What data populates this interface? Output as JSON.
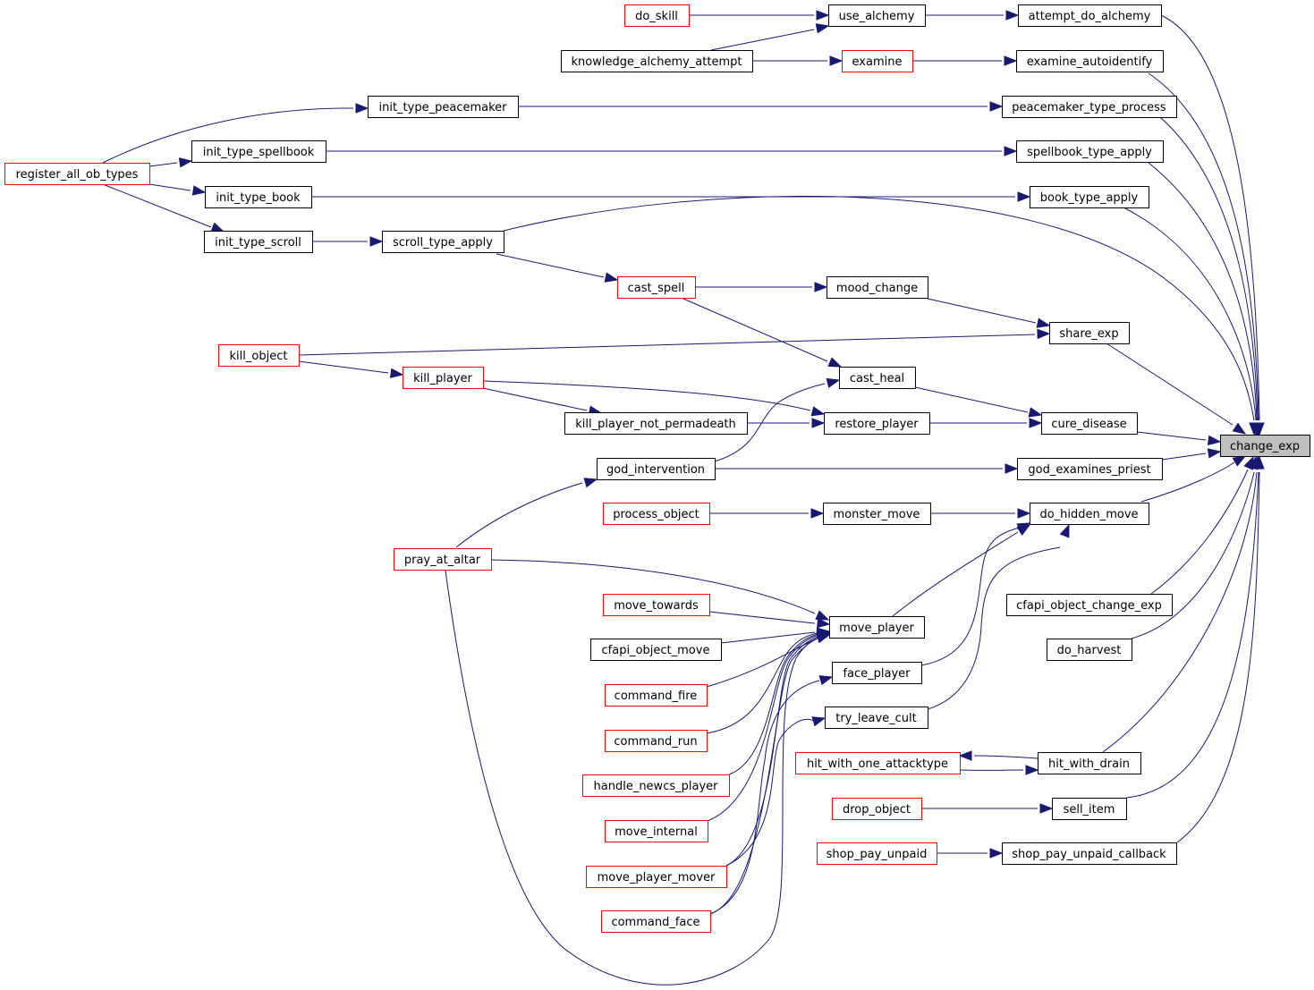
{
  "colors": {
    "edge": "#191970",
    "box_border": "#000000",
    "box_border_undocumented": "#ff0000",
    "target_fill": "#bfbfbf"
  },
  "nodes": {
    "change_exp": "change_exp",
    "attempt_do_alchemy": "attempt_do_alchemy",
    "use_alchemy": "use_alchemy",
    "do_skill": "do_skill",
    "knowledge_alchemy_attempt": "knowledge_alchemy_attempt",
    "examine": "examine",
    "examine_autoidentify": "examine_autoidentify",
    "peacemaker_type_process": "peacemaker_type_process",
    "init_type_peacemaker": "init_type_peacemaker",
    "register_all_ob_types": "register_all_ob_types",
    "spellbook_type_apply": "spellbook_type_apply",
    "init_type_spellbook": "init_type_spellbook",
    "book_type_apply": "book_type_apply",
    "init_type_book": "init_type_book",
    "scroll_type_apply": "scroll_type_apply",
    "init_type_scroll": "init_type_scroll",
    "share_exp": "share_exp",
    "mood_change": "mood_change",
    "cast_spell": "cast_spell",
    "kill_object": "kill_object",
    "kill_player": "kill_player",
    "cure_disease": "cure_disease",
    "cast_heal": "cast_heal",
    "restore_player": "restore_player",
    "kill_player_not_permadeath": "kill_player_not_permadeath",
    "god_intervention": "god_intervention",
    "god_examines_priest": "god_examines_priest",
    "do_hidden_move": "do_hidden_move",
    "monster_move": "monster_move",
    "process_object": "process_object",
    "pray_at_altar": "pray_at_altar",
    "move_player": "move_player",
    "move_towards": "move_towards",
    "cfapi_object_move": "cfapi_object_move",
    "command_fire": "command_fire",
    "command_run": "command_run",
    "handle_newcs_player": "handle_newcs_player",
    "move_internal": "move_internal",
    "move_player_mover": "move_player_mover",
    "command_face": "command_face",
    "face_player": "face_player",
    "try_leave_cult": "try_leave_cult",
    "cfapi_object_change_exp": "cfapi_object_change_exp",
    "do_harvest": "do_harvest",
    "hit_with_drain": "hit_with_drain",
    "hit_with_one_attacktype": "hit_with_one_attacktype",
    "sell_item": "sell_item",
    "drop_object": "drop_object",
    "shop_pay_unpaid_callback": "shop_pay_unpaid_callback",
    "shop_pay_unpaid": "shop_pay_unpaid"
  }
}
